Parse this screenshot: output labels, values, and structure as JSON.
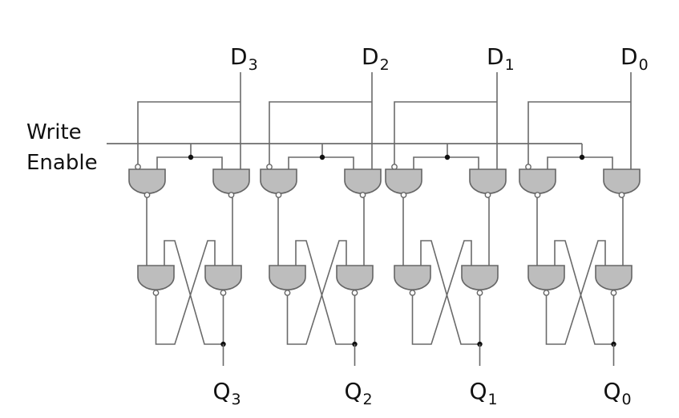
{
  "title": "4-bit register built from gated D latches",
  "write_enable": {
    "line1": "Write",
    "line2": "Enable"
  },
  "colors": {
    "gate_fill": "#bdbdbd",
    "wire": "#6a6a6a",
    "text": "#111111"
  },
  "cells": [
    {
      "bit": 3,
      "input": {
        "letter": "D",
        "sub": "3"
      },
      "output": {
        "letter": "Q",
        "sub": "3"
      }
    },
    {
      "bit": 2,
      "input": {
        "letter": "D",
        "sub": "2"
      },
      "output": {
        "letter": "Q",
        "sub": "2"
      }
    },
    {
      "bit": 1,
      "input": {
        "letter": "D",
        "sub": "1"
      },
      "output": {
        "letter": "Q",
        "sub": "1"
      }
    },
    {
      "bit": 0,
      "input": {
        "letter": "D",
        "sub": "0"
      },
      "output": {
        "letter": "Q",
        "sub": "0"
      }
    }
  ],
  "components_per_cell": {
    "input_gates": [
      "nand-inverted-d",
      "nand-d"
    ],
    "latch_gates": [
      "nand-left",
      "nand-right"
    ]
  }
}
